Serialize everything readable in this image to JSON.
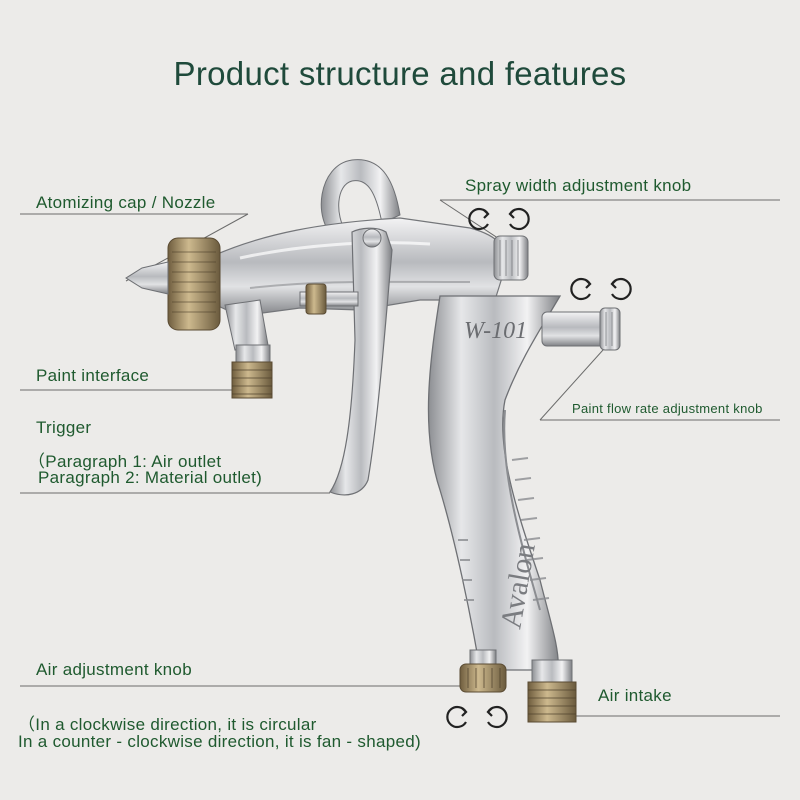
{
  "title": "Product structure and features",
  "labels": {
    "nozzle": "Atomizing cap / Nozzle",
    "spray_width": "Spray width adjustment knob",
    "paint_interface": "Paint interface",
    "paint_flow": "Paint flow rate adjustment knob",
    "trigger": "Trigger",
    "trigger_p1": "（Paragraph 1: Air outlet",
    "trigger_p2": "Paragraph 2: Material outlet)",
    "air_knob": "Air adjustment knob",
    "air_knob_note1": "（In a clockwise direction, it is circular",
    "air_knob_note2": "In a counter - clockwise direction, it is fan - shaped)",
    "air_intake": "Air intake"
  },
  "product": {
    "model": "W-101",
    "brand": "Avalon"
  },
  "icons": [
    "rotate-arrows-icon",
    "rotate-arrows-icon",
    "rotate-arrows-icon"
  ]
}
